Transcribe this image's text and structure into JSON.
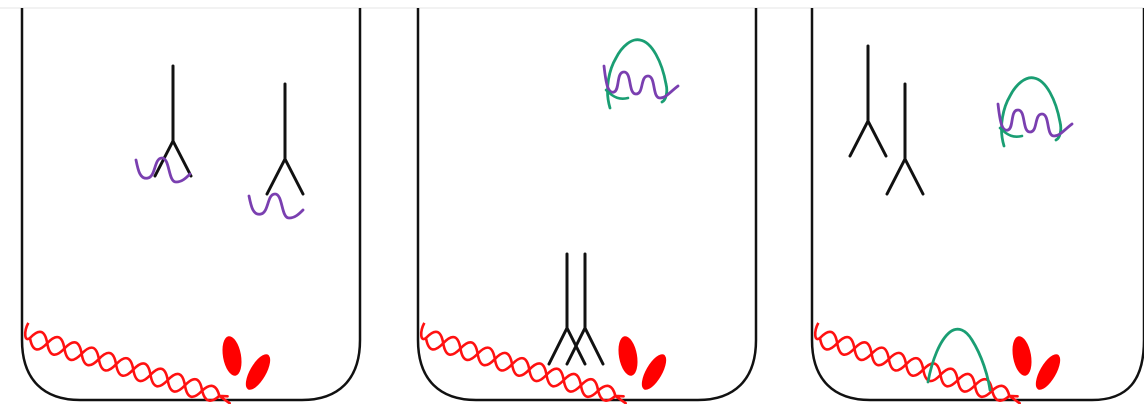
{
  "figure": {
    "panels": [
      {
        "id": "panel-1",
        "elements": [
          "tube",
          "antibody-with-purple-strand",
          "antibody-with-purple-strand",
          "red-double-helix",
          "red-oval-pair"
        ]
      },
      {
        "id": "panel-2",
        "elements": [
          "tube",
          "purple-strand-with-green-loop",
          "two-antibodies-bound",
          "red-double-helix",
          "red-oval-pair"
        ]
      },
      {
        "id": "panel-3",
        "elements": [
          "tube",
          "antibody",
          "antibody",
          "purple-strand-with-green-loop",
          "red-double-helix-with-green-loop",
          "red-oval-pair"
        ]
      }
    ],
    "colors": {
      "outline": "#111111",
      "antibody": "#111111",
      "purple_strand": "#7a3fb0",
      "green_loop": "#1a9e73",
      "red_helix": "#ff1111",
      "red_oval": "#ff0000"
    }
  }
}
